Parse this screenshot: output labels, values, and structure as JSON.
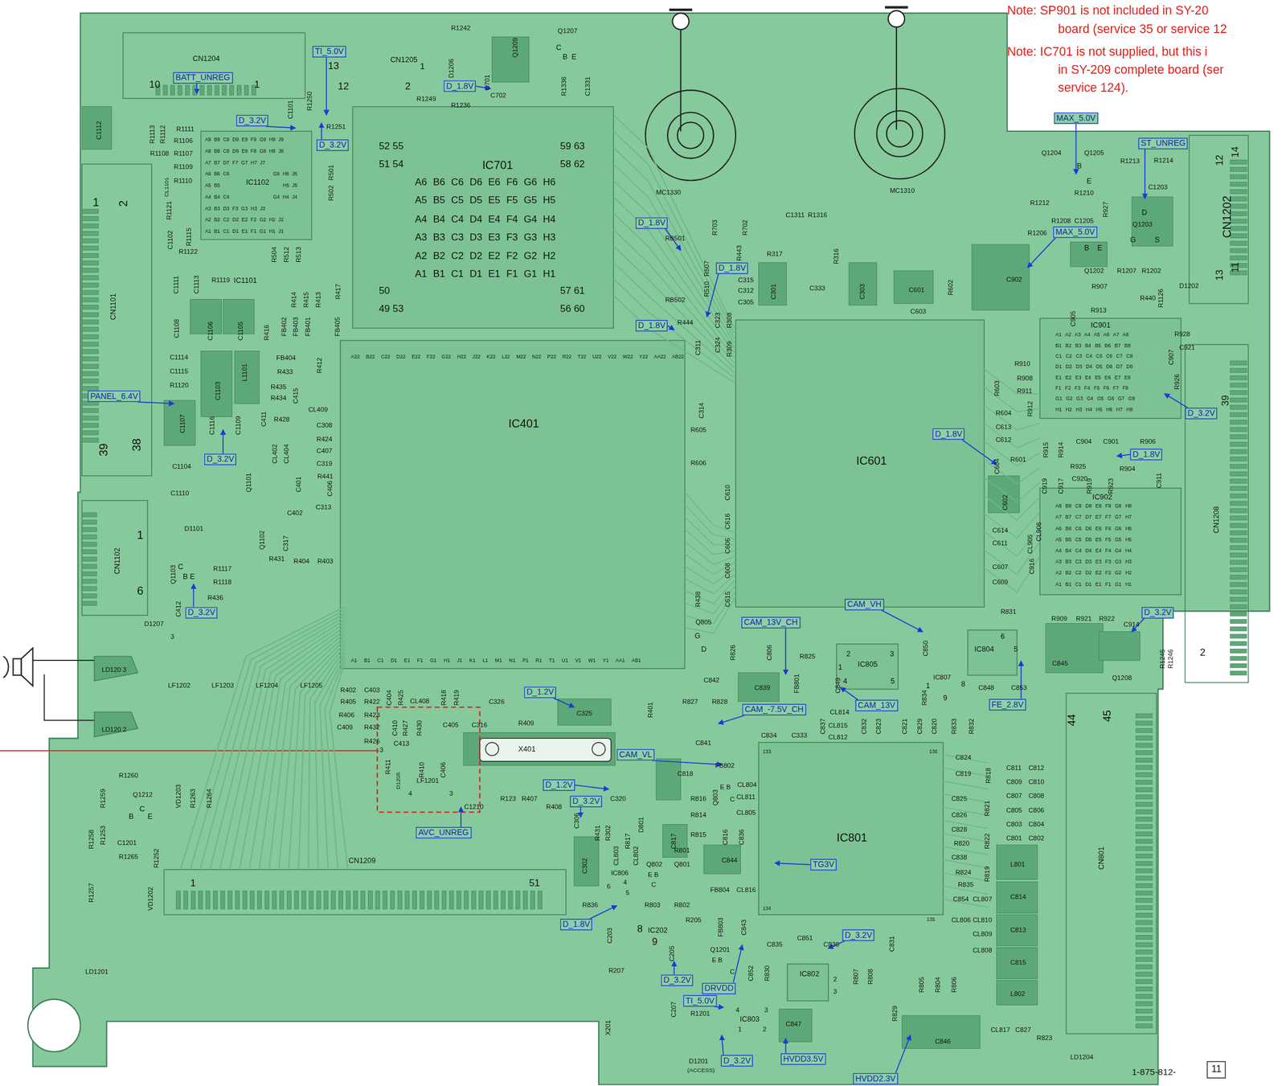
{
  "diagram": {
    "nodes": [
      {
        "text": [
          "BATT_UNREG"
        ]
      },
      {
        "text": [
          "TI_5.0V"
        ]
      },
      {
        "text": [
          "D_1.8V"
        ]
      },
      {
        "text": [
          "D_3.2V"
        ]
      },
      {
        "text": [
          "D_3.2V"
        ]
      },
      {
        "text": [
          "MAX_5.0V"
        ]
      },
      {
        "text": [
          "ST_UNREG"
        ]
      },
      {
        "text": [
          "MAX_5.0V"
        ]
      },
      {
        "text": [
          "D_1.8V"
        ]
      },
      {
        "text": [
          "D_1.8V"
        ]
      },
      {
        "text": [
          "D_1.8V"
        ]
      },
      {
        "text": [
          "PANEL_6.4V"
        ]
      },
      {
        "text": [
          "D_3.2V"
        ]
      },
      {
        "text": [
          "D_3.2V"
        ]
      },
      {
        "text": [
          "D_1.8V"
        ]
      },
      {
        "text": [
          "D_1.8V"
        ]
      },
      {
        "text": [
          "D_3.2V"
        ]
      },
      {
        "text": [
          "CAM_VH"
        ]
      },
      {
        "text": [
          "D_3.2V"
        ]
      },
      {
        "text": [
          "CAM_13V_CH"
        ]
      },
      {
        "text": [
          "D_1.2V"
        ]
      },
      {
        "text": [
          "CAM_-7.5V_CH"
        ]
      },
      {
        "text": [
          "CAM_13V"
        ]
      },
      {
        "text": [
          "FE_2.8V"
        ]
      },
      {
        "text": [
          "CAM_VL"
        ]
      },
      {
        "text": [
          "D_1.2V"
        ]
      },
      {
        "text": [
          "D_3.2V"
        ]
      },
      {
        "text": [
          "AVC_UNREG"
        ]
      },
      {
        "text": [
          "TG3V"
        ]
      },
      {
        "text": [
          "D_1.8V"
        ]
      },
      {
        "text": [
          "D_3.2V"
        ]
      },
      {
        "text": [
          "D_3.2V"
        ]
      },
      {
        "text": [
          "DRVDD"
        ]
      },
      {
        "text": [
          "TI_5.0V"
        ]
      },
      {
        "text": [
          "D_3.2V"
        ]
      },
      {
        "text": [
          "HVDD3.5V"
        ]
      },
      {
        "text": [
          "HVDD2.3V"
        ]
      }
    ],
    "labels": [
      "Note: SP901 is not included in SY-20",
      "board (service 35 or service 12",
      "Note: IC701 is not supplied, but this i",
      "in SY-209 complete board (ser",
      "service 124).",
      "CN1204",
      "10",
      "1",
      "13",
      "12",
      "CN1205",
      "1",
      "2",
      "R1242",
      "Q1207",
      "C",
      "B",
      "E",
      "D1206",
      "Q1209",
      "C702",
      "R1249",
      "R1236",
      "C701",
      "R1336",
      "C1331",
      "R1250",
      "R1251",
      "C1101",
      "C1112",
      "R1113",
      "R1112",
      "R1111",
      "R1106",
      "R1108",
      "R1107",
      "R1109",
      "R1110",
      "CL1101",
      "R1121",
      "C1102",
      "R1115",
      "R1122",
      "R1119",
      "C1113",
      "C1111",
      "IC1102",
      "IC1101",
      "R501",
      "R502",
      "R504",
      "R512",
      "R513",
      "A9 B9 C9 D9 E9 F9 G9 H9 J9",
      "A8 B8 C8 D8 E8 F8 G8 H8 J8",
      "A7 B7 D7 F7 G7 H7 J7",
      "A6 B6 C6",
      "G6 H6 J6",
      "A5 B5",
      "H5 J5",
      "A4 B4 C4",
      "G4 H4 J4",
      "A3 B3 D3 F3 G3 H3 J3",
      "A2 B2 C2 D2 E2 F2 G2 H2 J2",
      "A1 B1 C1 D1 E1 F1 G1 H1 J1",
      "1",
      "2",
      "CN1101",
      "39",
      "38",
      "C1108",
      "C1106",
      "C1105",
      "C1114",
      "C1115",
      "R1120",
      "C1103",
      "L1101",
      "C1107",
      "C1116",
      "C1109",
      "C1104",
      "C1110",
      "Q1101",
      "R416",
      "R414",
      "R415",
      "R413",
      "R417",
      "FB402",
      "FB403",
      "FB401",
      "FB405",
      "FB404",
      "R433",
      "R412",
      "R435",
      "R434",
      "R428",
      "C411",
      "CL409",
      "C415",
      "C308",
      "R424",
      "C407",
      "C319",
      "R441",
      "C406",
      "C313",
      "C402",
      "C401",
      "CL402",
      "CL404",
      "D1101",
      "Q1102",
      "C317",
      "CN1102",
      "1",
      "6",
      "Q1103",
      "C",
      "B E",
      "R1117",
      "R1118",
      "R436",
      "C412",
      "R431",
      "R404",
      "R403",
      "D1207",
      "3",
      "LD120 3",
      "LD120 2",
      "LF1202",
      "LF1203",
      "LF1204",
      "LF1205",
      "R402",
      "R405",
      "R406",
      "C409",
      "C403",
      "R422",
      "R423",
      "R432",
      "R426",
      "C404",
      "R425",
      "CL408",
      "R418",
      "R419",
      "C410",
      "R427",
      "R430",
      "R411",
      "R410",
      "C406",
      "C413",
      "C405",
      "C316",
      "D1205",
      "X401",
      "C326",
      "C325",
      "R409",
      "3",
      "LF1201",
      "4",
      "3",
      "C1210",
      "R123",
      "R407",
      "R408",
      "C320",
      "R401",
      "R1260",
      "R1259",
      "Q1212",
      "B",
      "C",
      "E",
      "VD1203",
      "R1263",
      "R1264",
      "R1253",
      "C1201",
      "R1265",
      "R1252",
      "R1258",
      "R1257",
      "VD1202",
      "1",
      "CN1209",
      "51",
      "LD1201",
      "C306",
      "R431",
      "C302",
      "R302",
      "R817",
      "D801",
      "C817",
      "C818",
      "Q803",
      "E B",
      "C",
      "R816",
      "R814",
      "C816",
      "R815",
      "CL811",
      "CL805",
      "C836",
      "CL804",
      "FB802",
      "C841",
      "IC806",
      "6",
      "4",
      "5",
      "CL803",
      "CL802",
      "R801",
      "Q802",
      "Q801",
      "E B",
      "C",
      "C844",
      "FB804",
      "CL816",
      "R803",
      "R802",
      "R836",
      "C203",
      "8",
      "IC202",
      "9",
      "C205",
      "R205",
      "FB803",
      "C843",
      "Q1201",
      "E B",
      "C",
      "C852",
      "R830",
      "C835",
      "C851",
      "C830",
      "C831",
      "IC802",
      "2",
      "3",
      "R807",
      "R808",
      "R207",
      "X201",
      "C207",
      "R1201",
      "D1201",
      "(ACCESS)",
      "4",
      "3",
      "IC803",
      "1",
      "2",
      "C847",
      "C846",
      "R829",
      "R805",
      "R804",
      "R806",
      "CL817",
      "C827",
      "R823",
      "LD1204",
      "1-875-812-",
      "11",
      "IC801",
      "133",
      "134",
      "135",
      "136",
      "C834",
      "C333",
      "C837",
      "CL815",
      "CL812",
      "CL814",
      "C832",
      "C823",
      "C821",
      "C829",
      "C820",
      "R833",
      "R832",
      "R818",
      "C824",
      "C819",
      "C825",
      "C826",
      "C828",
      "R820",
      "C838",
      "R824",
      "R835",
      "R821",
      "R822",
      "R819",
      "C854",
      "CL807",
      "CL806",
      "CL810",
      "CL809",
      "CL808",
      "C811",
      "C812",
      "C809",
      "C810",
      "C807",
      "C808",
      "C805",
      "C806",
      "C803",
      "C804",
      "C801",
      "C802",
      "L801",
      "C814",
      "C813",
      "C815",
      "L802",
      "CN801",
      "44",
      "45",
      "C842",
      "R827",
      "R828",
      "C839",
      "FB801",
      "C849",
      "R825",
      "R826",
      "C806",
      "Q805",
      "G",
      "D",
      "IC805",
      "2",
      "3",
      "4",
      "5",
      "1",
      "C850",
      "R834",
      "9",
      "IC807",
      "8",
      "1",
      "IC804",
      "6",
      "5",
      "R831",
      "C848",
      "C853",
      "C845",
      "Q1208",
      "R1245",
      "R1246",
      "C914",
      "2",
      "R909",
      "R921",
      "R922",
      "R438",
      "C615",
      "C608",
      "C606",
      "C616",
      "C610",
      "R605",
      "R606",
      "C314",
      "C311",
      "C324",
      "R309",
      "C323",
      "R308",
      "R444",
      "R443",
      "R703",
      "R702",
      "RB501",
      "RB502",
      "R507",
      "R510",
      "R317",
      "R316",
      "C315",
      "C312",
      "C305",
      "C301",
      "C333",
      "C303",
      "C601",
      "C603",
      "R602",
      "C1311",
      "R1316",
      "MC1330",
      "MC1310",
      "IC701",
      "52 55",
      "51 54",
      "59 63",
      "58 62",
      "50",
      "49 53",
      "57 61",
      "56 60",
      "A6 B6 C6 D6 E6 F6 G6 H6",
      "A5 B5 C5 D5 E5 F5 G5 H5",
      "A4 B4 C4 D4 E4 F4 G4 H4",
      "A3 B3 C3 D3 E3 F3 G3 H3",
      "A2 B2 C2 D2 E2 F2 G2 H2",
      "A1 B1 C1 D1 E1 F1 G1 H1",
      "IC401",
      "A22 B22 C22 D22 E22 F22 G22 H22 J22 K22 L22 M22 N22 P22 R22 T22 U22 V22 W22 Y22 AA22 AB22",
      "A1 B1 C1 D1 E1 F1 G1 H1 J1 K1 L1 M1 N1 P1 R1 T1 U1 V1 W1 Y1 AA1 AB1",
      "IC601",
      "IC901",
      "IC902",
      "A1 A2 A3 A4 A5 A6 A7 A8",
      "B1 B2 B3 B4 B5 B6 B7 B8",
      "C1 C2 C3 C4 C5 C6 C7 C8",
      "D1 D2 D3 D4 D5 D6 D7 D8",
      "E1 E2 E3 E4 E5 E6 E7 E8",
      "F1 F2 F3 F4 F5 F6 F7 F8",
      "G1 G2 G3 G4 G5 G6 G7 G8",
      "H1 H2 H3 H4 H5 H6 H7 H8",
      "A8 B8 C8 D8 E8 F8 G8 H8",
      "A7 B7 C7 D7 E7 F7 G7 H7",
      "A6 B6 C6 D6 E6 F6 G6 H6",
      "A5 B5 C5 D5 E5 F5 G5 H5",
      "A4 B4 C4 D4 E4 F4 G4 H4",
      "A3 B3 C3 D3 E3 F3 G3 H3",
      "A2 B2 C2 D2 E2 F2 G2 H2",
      "A1 B1 C1 D1 E1 F1 G1 H1",
      "Q1204",
      "Q1205",
      "B",
      "E",
      "R1213",
      "R1214",
      "R1210",
      "C1203",
      "R1212",
      "R1208",
      "C1205",
      "R1206",
      "R927",
      "Q1203",
      "D",
      "G",
      "S",
      "B",
      "E",
      "Q1202",
      "R1207",
      "R1202",
      "CN1202",
      "14",
      "12",
      "13",
      "11",
      "C902",
      "R907",
      "R440",
      "R1126",
      "D1202",
      "C905",
      "R913",
      "R928",
      "R926",
      "C907",
      "C921",
      "R910",
      "R908",
      "R911",
      "R912",
      "R603",
      "R604",
      "C613",
      "C612",
      "C604",
      "R601",
      "C602",
      "39",
      "R915",
      "R914",
      "C904",
      "C901",
      "R906",
      "R925",
      "C920",
      "R919",
      "R923",
      "R904",
      "C917",
      "C919",
      "C911",
      "CL906",
      "CL905",
      "C916",
      "C614",
      "C611",
      "C607",
      "C609",
      "CN1208"
    ]
  }
}
